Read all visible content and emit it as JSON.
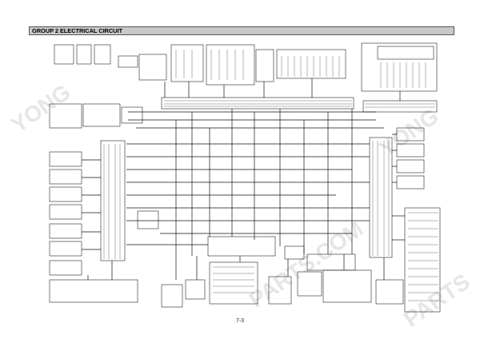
{
  "header": {
    "title": "GROUP 2 ELECTRICAL CIRCUIT"
  },
  "footer": {
    "page_number": "7-3"
  },
  "watermarks": [
    "YONG",
    "PARTS.COM",
    "YONG",
    "PARTS"
  ]
}
